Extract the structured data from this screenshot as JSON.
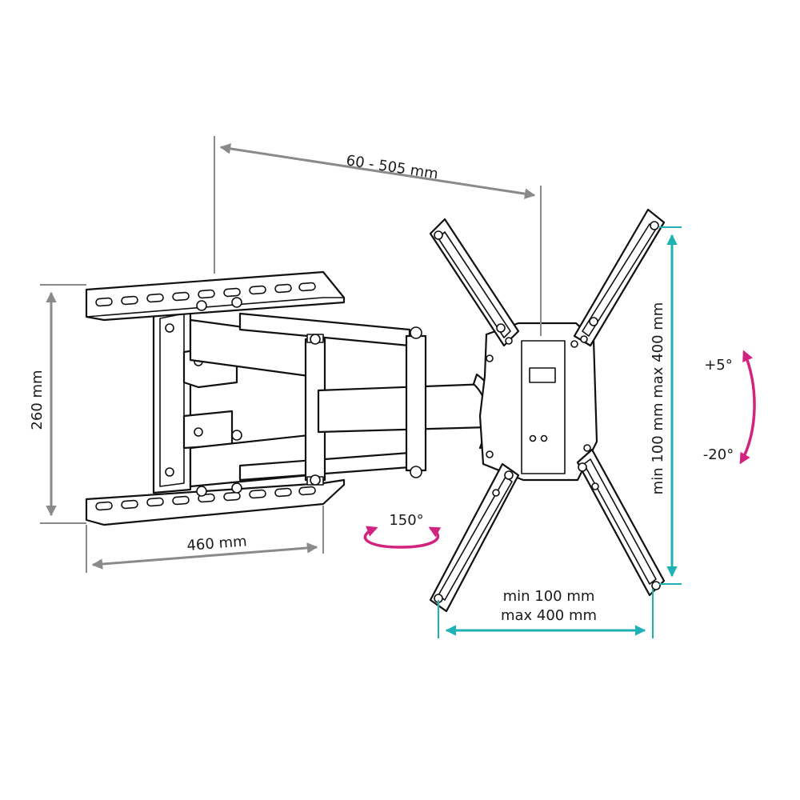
{
  "dimensions": {
    "arm_extension": "60 - 505 mm",
    "wall_plate_height": "260 mm",
    "wall_plate_width": "460 mm",
    "vesa_vertical": "min 100 mm max 400 mm",
    "vesa_horizontal_line1": "min 100 mm",
    "vesa_horizontal_line2": "max 400 mm"
  },
  "angles": {
    "swivel": "150°",
    "tilt_up": "+5°",
    "tilt_down": "-20°"
  },
  "colors": {
    "dimension_grey": "#8a8a8a",
    "dimension_teal": "#1fb1b3",
    "rotation_pink": "#d2247e",
    "line_art": "#111111"
  }
}
